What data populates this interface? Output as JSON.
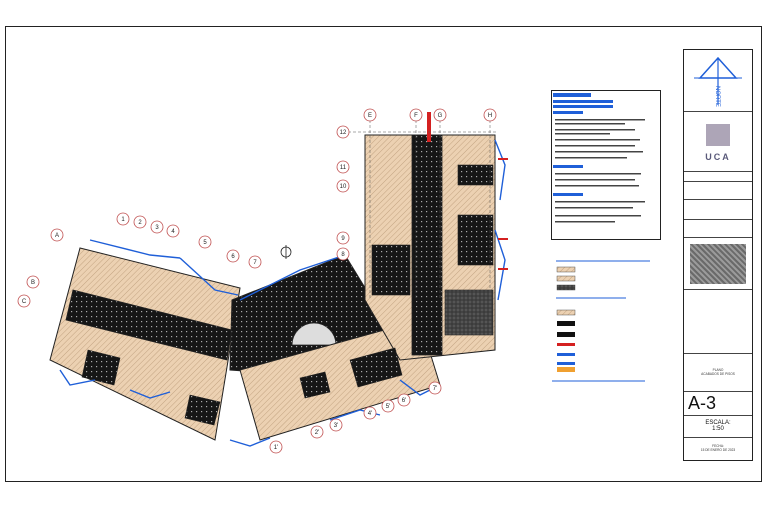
{
  "drawing": {
    "axis_letters": [
      "A",
      "B",
      "C",
      "E",
      "F",
      "G",
      "H"
    ],
    "axis_numbers": [
      "1",
      "2",
      "3",
      "4",
      "5",
      "6",
      "7",
      "8",
      "9",
      "10",
      "11",
      "12"
    ],
    "axis_numbers_prime": [
      "1'",
      "2'",
      "3'",
      "4'",
      "5'",
      "6'",
      "7'"
    ]
  },
  "title_block": {
    "north_label": "NORTE",
    "logo_text": "UCA",
    "sheet_title_line1": "PLANO",
    "sheet_title_line2": "ACABADOS DE PISOS",
    "sheet_number": "A-3",
    "scale_label": "ESCALA:",
    "scale_value": "1:50",
    "date_label": "FECHA:",
    "date_value": "15 DE ENERO DE 2023"
  },
  "colors": {
    "tan_hatch": "#e9c9a6",
    "dark_fill": "#1a1a1a",
    "blue_line": "#1f5fd8",
    "red_mark": "#d42020",
    "orange": "#f0a030"
  }
}
